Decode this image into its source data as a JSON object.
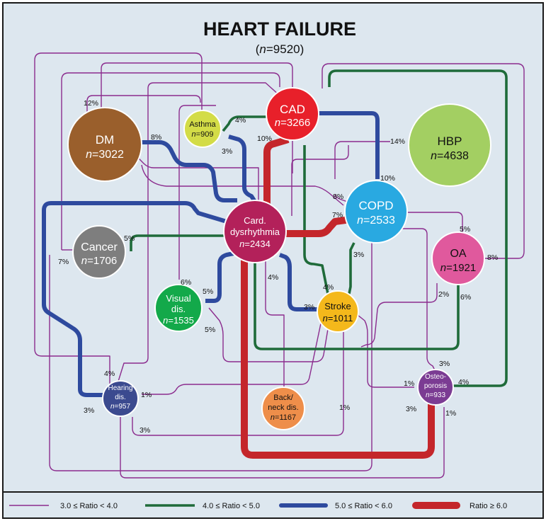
{
  "title": "HEART FAILURE",
  "subtitle": {
    "n_prefix": "(",
    "n": "n",
    "value": "=9520",
    "suffix": ")"
  },
  "colors": {
    "background": "#dde7ef",
    "r3_4": "#8b2c8e",
    "r4_5": "#1f6b3a",
    "r5_6": "#2e4a9e",
    "r6": "#c4262b"
  },
  "nodes": [
    {
      "id": "cad",
      "line1": "CAD",
      "nval": "=3266",
      "color": "#e8202a",
      "text_color": "#ffffff"
    },
    {
      "id": "hbp",
      "line1": "HBP",
      "nval": "=4638",
      "color": "#a3cf62",
      "text_color": "#111111"
    },
    {
      "id": "dm",
      "line1": "DM",
      "nval": "=3022",
      "color": "#9a5f2c",
      "text_color": "#ffffff"
    },
    {
      "id": "asthma",
      "line1": "Asthma",
      "nval": "=909",
      "color": "#d3dc47",
      "text_color": "#111111"
    },
    {
      "id": "copd",
      "line1": "COPD",
      "nval": "=2533",
      "color": "#29a9e1",
      "text_color": "#ffffff"
    },
    {
      "id": "dysrhythmia",
      "line1": "Card.",
      "line2": "dysrhythmia",
      "nval": "=2434",
      "color": "#b3215a",
      "text_color": "#ffffff"
    },
    {
      "id": "cancer",
      "line1": "Cancer",
      "nval": "=1706",
      "color": "#7e7e7e",
      "text_color": "#ffffff"
    },
    {
      "id": "oa",
      "line1": "OA",
      "nval": "=1921",
      "color": "#e0599d",
      "text_color": "#111111"
    },
    {
      "id": "visual",
      "line1": "Visual",
      "line2": "dis.",
      "nval": "=1535",
      "color": "#13a94a",
      "text_color": "#ffffff"
    },
    {
      "id": "stroke",
      "line1": "Stroke",
      "nval": "=1011",
      "color": "#f4b81b",
      "text_color": "#111111"
    },
    {
      "id": "hearing",
      "line1": "Hearing",
      "line2": "dis.",
      "nval": "=957",
      "color": "#3b4a8f",
      "text_color": "#ffffff"
    },
    {
      "id": "backneck",
      "line1": "Back/",
      "line2": "neck dis.",
      "nval": "=1167",
      "color": "#ee8e4a",
      "text_color": "#111111"
    },
    {
      "id": "osteo",
      "line1": "Osteo-",
      "line2": "porosis",
      "nval": "=933",
      "color": "#7b3c93",
      "text_color": "#ffffff"
    }
  ],
  "percent_labels": [
    {
      "id": "p1",
      "text": "12%"
    },
    {
      "id": "p2",
      "text": "8%"
    },
    {
      "id": "p3",
      "text": "4%"
    },
    {
      "id": "p4",
      "text": "3%"
    },
    {
      "id": "p5",
      "text": "10%"
    },
    {
      "id": "p6",
      "text": "14%"
    },
    {
      "id": "p7",
      "text": "10%"
    },
    {
      "id": "p8",
      "text": "8%"
    },
    {
      "id": "p9",
      "text": "7%"
    },
    {
      "id": "p10",
      "text": "5%"
    },
    {
      "id": "p11",
      "text": "5%"
    },
    {
      "id": "p12",
      "text": "7%"
    },
    {
      "id": "p13",
      "text": "3%"
    },
    {
      "id": "p14",
      "text": "8%"
    },
    {
      "id": "p15",
      "text": "6%"
    },
    {
      "id": "p16",
      "text": "4%"
    },
    {
      "id": "p17",
      "text": "5%"
    },
    {
      "id": "p18",
      "text": "4%"
    },
    {
      "id": "p19",
      "text": "3%"
    },
    {
      "id": "p20",
      "text": "2%"
    },
    {
      "id": "p21",
      "text": "6%"
    },
    {
      "id": "p22",
      "text": "5%"
    },
    {
      "id": "p23",
      "text": "3%"
    },
    {
      "id": "p24",
      "text": "4%"
    },
    {
      "id": "p25",
      "text": "1%"
    },
    {
      "id": "p26",
      "text": "1%"
    },
    {
      "id": "p27",
      "text": "3%"
    },
    {
      "id": "p28",
      "text": "1%"
    },
    {
      "id": "p29",
      "text": "3%"
    },
    {
      "id": "p30",
      "text": "4%"
    },
    {
      "id": "p31",
      "text": "3%"
    },
    {
      "id": "p32",
      "text": "1%"
    }
  ],
  "legend": [
    {
      "id": "l1",
      "label": "3.0 ≤ Ratio < 4.0"
    },
    {
      "id": "l2",
      "label": "4.0 ≤ Ratio < 5.0"
    },
    {
      "id": "l3",
      "label": "5.0 ≤ Ratio < 6.0"
    },
    {
      "id": "l4",
      "label": "Ratio ≥  6.0"
    }
  ]
}
